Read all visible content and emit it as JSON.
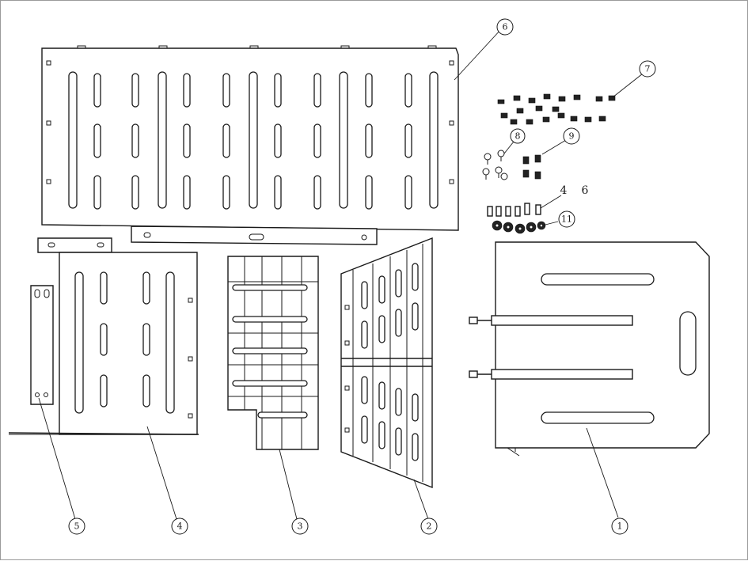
{
  "diagram": {
    "callouts": [
      "1",
      "2",
      "3",
      "4",
      "5",
      "6",
      "7",
      "8",
      "9",
      "11"
    ],
    "loose_labels": [
      "4",
      "6"
    ]
  }
}
